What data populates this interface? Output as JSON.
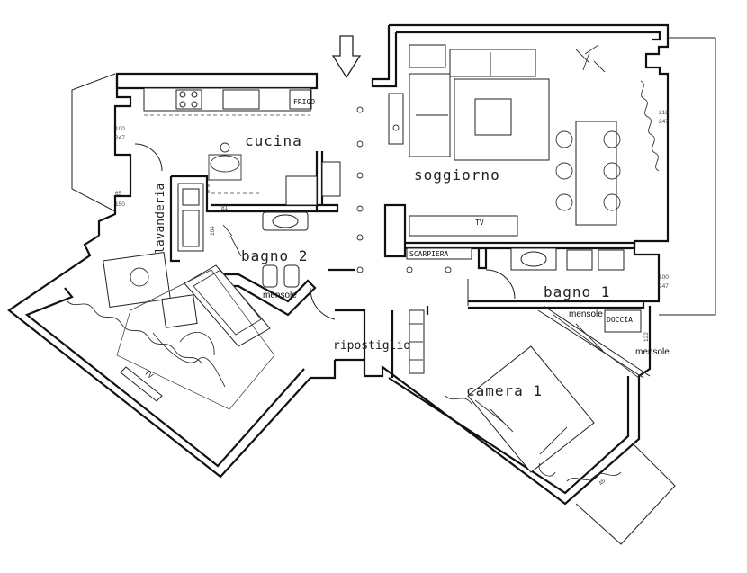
{
  "rooms": {
    "cucina": "cucina",
    "soggiorno": "soggiorno",
    "bagno_2": "bagno 2",
    "bagno_1": "bagno 1",
    "camera_1": "camera 1",
    "lavanderia": "lavanderia",
    "ripostiglio": "ripostiglio"
  },
  "labels": {
    "frigo": "FRIGO",
    "tv_soggiorno": "TV",
    "tv_camera": "TV",
    "scarpiera": "SCARPIERA",
    "doccia": "DOCCIA",
    "mensole_bagno2": "mensole",
    "mensole_bagno1_a": "mensole",
    "mensole_bagno1_b": "mensole"
  },
  "dimensions": {
    "cucina_top": [
      "100",
      "247"
    ],
    "cucina_bottom": [
      "65",
      "150"
    ],
    "bagno2_w": "81",
    "bagno2_h": "104",
    "soggiorno_win": [
      "218",
      "247"
    ],
    "bagno1_win": [
      "100",
      "247"
    ],
    "bagno1_side": "122",
    "camera_win": "45"
  },
  "icons": {
    "entrance": "entrance-arrow-icon",
    "plant": "plant-icon"
  }
}
